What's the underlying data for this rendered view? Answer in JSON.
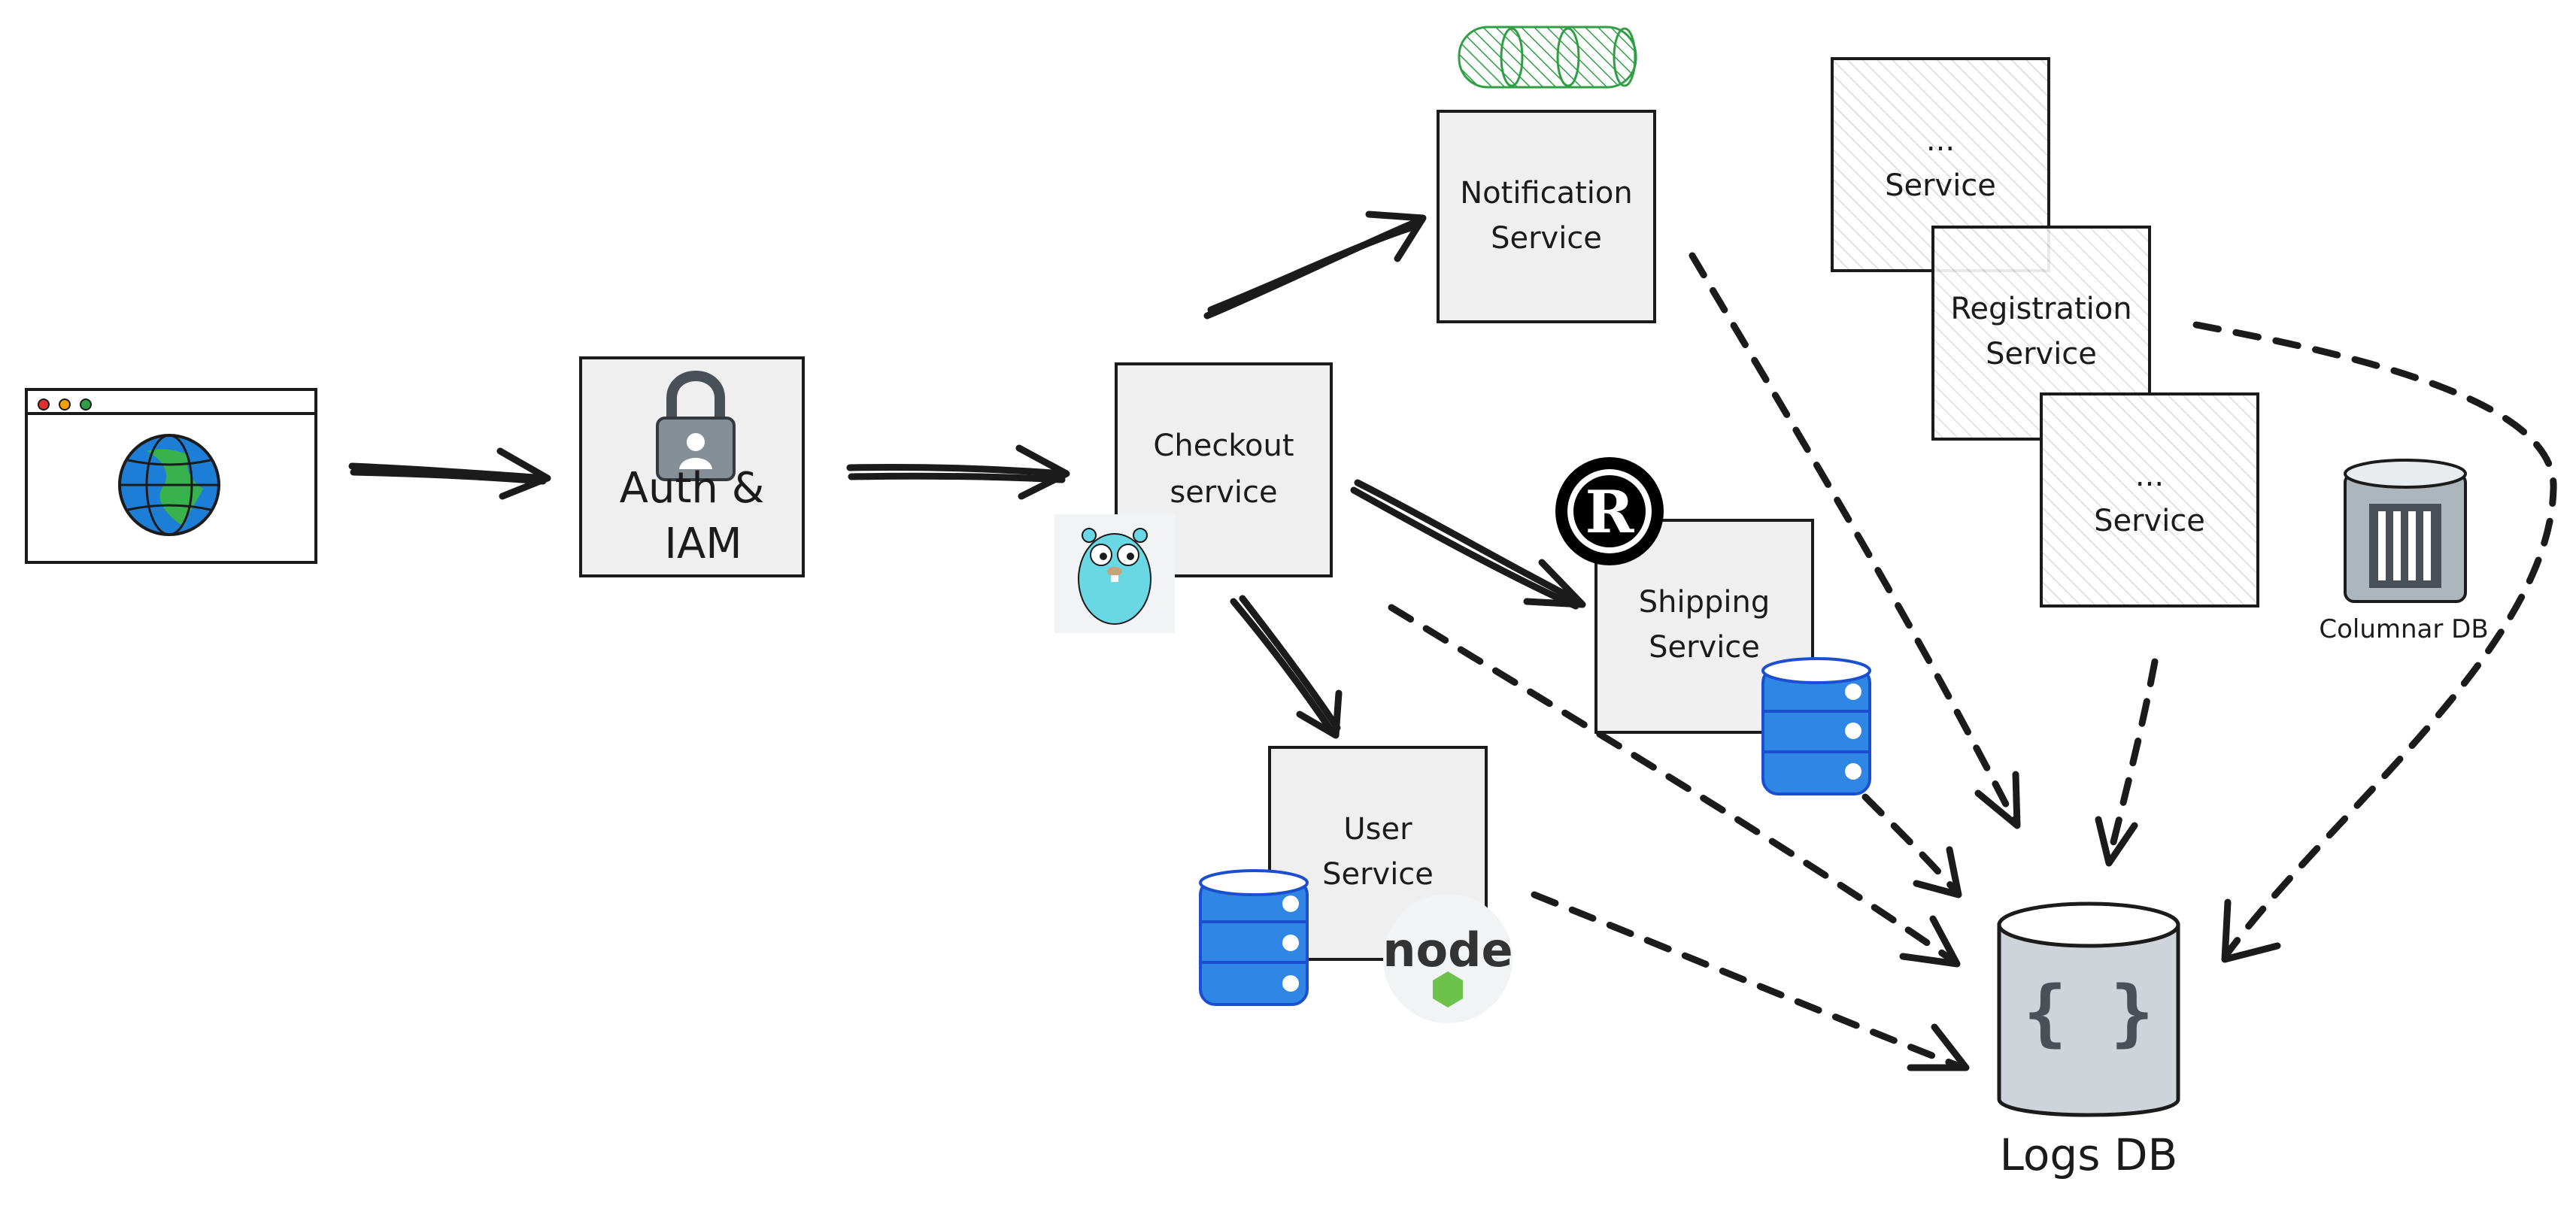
{
  "diagram": {
    "auth": {
      "line1": "Auth &",
      "line2": "IAM"
    },
    "checkout": {
      "line1": "Checkout",
      "line2": "service"
    },
    "notification": {
      "line1": "Notification",
      "line2": "Service"
    },
    "shipping": {
      "line1": "Shipping",
      "line2": "Service"
    },
    "user": {
      "line1": "User",
      "line2": "Service"
    },
    "generic_service_top": {
      "line1": "...",
      "line2": "Service"
    },
    "registration": {
      "line1": "Registration",
      "line2": "Service"
    },
    "generic_service_bottom": {
      "line1": "...",
      "line2": "Service"
    },
    "columnar_db": {
      "label": "Columnar DB"
    },
    "logs_db": {
      "label": "Logs DB",
      "icon_text": "{ }"
    }
  },
  "icons": {
    "browser": "browser-window-icon",
    "globe": "globe-icon",
    "lock": "padlock-icon",
    "gopher": "go-gopher-icon",
    "rust": "rust-logo-icon",
    "nodejs": "nodejs-logo-icon",
    "queue": "message-queue-icon",
    "database": "database-icon",
    "trash_db": "columnar-db-icon"
  },
  "colors": {
    "box_fill": "#efefef",
    "stroke": "#1b1b1b",
    "db_blue": "#2f86e4",
    "logs_db_gray": "#ced4da",
    "queue_green": "#2f9e44"
  }
}
